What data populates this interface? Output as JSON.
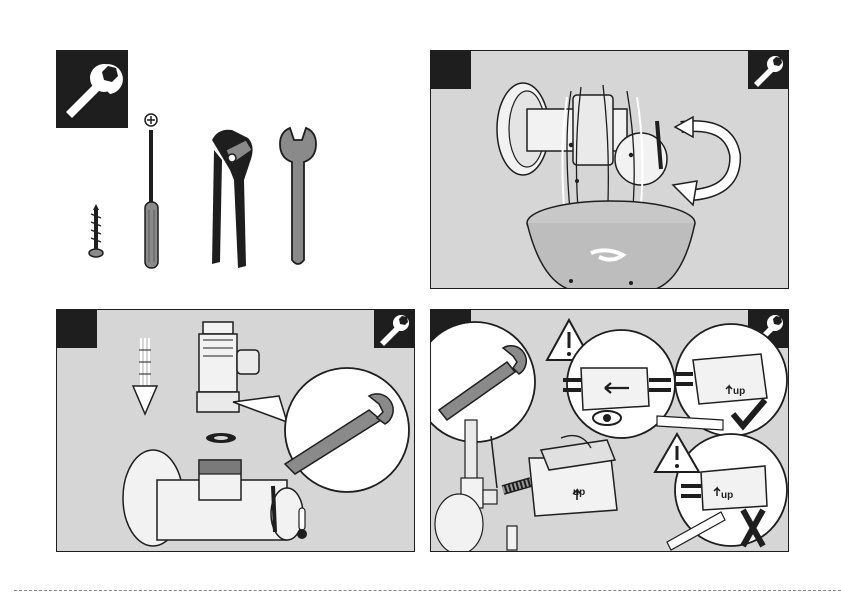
{
  "labels": {
    "up_main": "up",
    "up_right_top": "up",
    "up_right_bottom": "up"
  },
  "icons": {
    "tools_header": "wrench-icon",
    "step_corner": "wrench-icon",
    "warning": "warning-triangle-icon",
    "inspect": "eye-icon",
    "correct": "check-mark-icon",
    "incorrect": "cross-mark-icon",
    "temperature": "thermometer-icon"
  },
  "colors": {
    "panel_background": "#d6d6d6",
    "ink": "#1e1e1e",
    "tool_gray": "#8a8a8a"
  }
}
